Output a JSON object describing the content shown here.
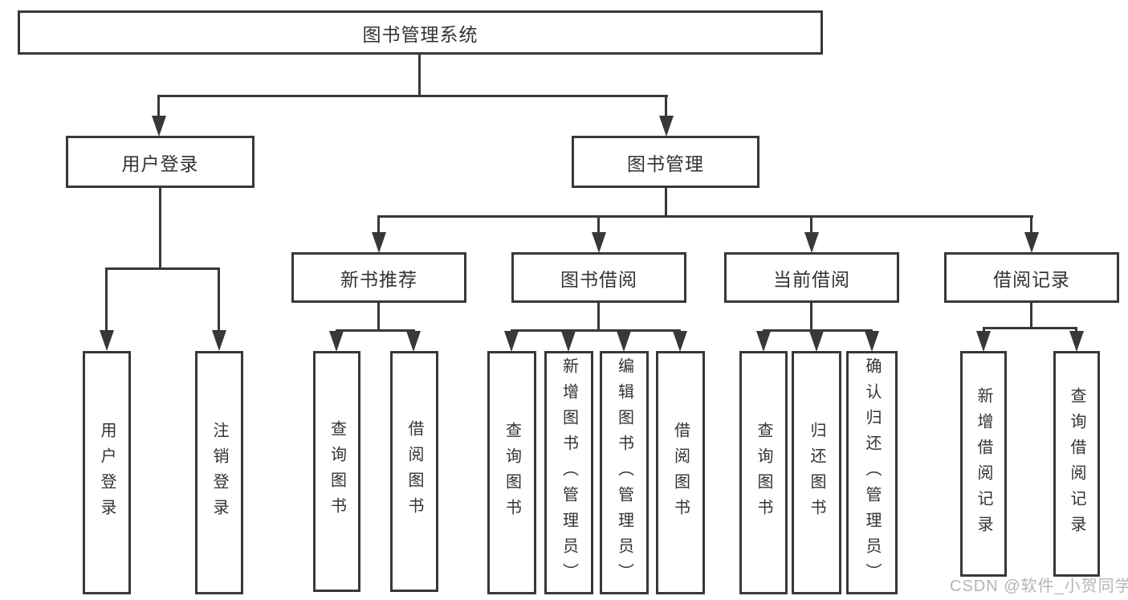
{
  "diagram": {
    "root": {
      "label": "图书管理系统"
    },
    "branches": [
      {
        "label": "用户登录",
        "children": [
          {
            "label": "用户登录"
          },
          {
            "label": "注销登录"
          }
        ]
      },
      {
        "label": "图书管理",
        "children": [
          {
            "label": "新书推荐",
            "children": [
              {
                "label": "查询图书"
              },
              {
                "label": "借阅图书"
              }
            ]
          },
          {
            "label": "图书借阅",
            "children": [
              {
                "label": "查询图书"
              },
              {
                "label": "新增图书（管理员）"
              },
              {
                "label": "编辑图书（管理员）"
              },
              {
                "label": "借阅图书"
              }
            ]
          },
          {
            "label": "当前借阅",
            "children": [
              {
                "label": "查询图书"
              },
              {
                "label": "归还图书"
              },
              {
                "label": "确认归还（管理员）"
              }
            ]
          },
          {
            "label": "借阅记录",
            "children": [
              {
                "label": "新增借阅记录"
              },
              {
                "label": "查询借阅记录"
              }
            ]
          }
        ]
      }
    ]
  },
  "watermark": {
    "text": "CSDN @软件_小贺同学"
  },
  "colors": {
    "line": "#383838",
    "text": "#333333",
    "watermark": "#b5b5b5",
    "background": "#ffffff"
  }
}
